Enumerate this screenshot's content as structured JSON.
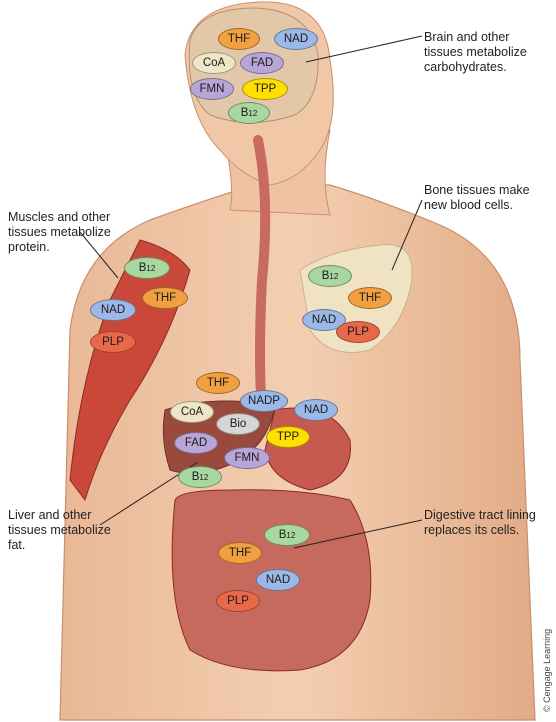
{
  "colors": {
    "THF": "#f0a040",
    "NAD": "#9bb8e6",
    "CoA": "#efe6c8",
    "FAD": "#b9a6d8",
    "FMN": "#b9a6d8",
    "TPP": "#ffe000",
    "B12": "#a8d8a0",
    "PLP": "#e8694a",
    "NADP": "#9bb8e6",
    "Bio": "#d6d6d6"
  },
  "labels": {
    "brain": "Brain and other\ntissues metabolize\ncarbohydrates.",
    "bone": "Bone tissues make\nnew blood cells.",
    "muscle": "Muscles and other\ntissues metabolize\nprotein.",
    "liver": "Liver and other\ntissues metabolize\nfat.",
    "digestive": "Digestive tract lining\nreplaces its cells."
  },
  "credit": "© Cengage Learning",
  "vitamins": {
    "brain": [
      {
        "text": "THF",
        "kind": "THF"
      },
      {
        "text": "NAD",
        "kind": "NAD"
      },
      {
        "text": "CoA",
        "kind": "CoA"
      },
      {
        "text": "FAD",
        "kind": "FAD"
      },
      {
        "text": "FMN",
        "kind": "FMN"
      },
      {
        "text": "TPP",
        "kind": "TPP"
      },
      {
        "text": "B",
        "sub": "12",
        "kind": "B12"
      }
    ],
    "bone": [
      {
        "text": "B",
        "sub": "12",
        "kind": "B12"
      },
      {
        "text": "THF",
        "kind": "THF"
      },
      {
        "text": "NAD",
        "kind": "NAD"
      },
      {
        "text": "PLP",
        "kind": "PLP"
      }
    ],
    "muscle": [
      {
        "text": "B",
        "sub": "12",
        "kind": "B12"
      },
      {
        "text": "THF",
        "kind": "THF"
      },
      {
        "text": "NAD",
        "kind": "NAD"
      },
      {
        "text": "PLP",
        "kind": "PLP"
      }
    ],
    "liver": [
      {
        "text": "THF",
        "kind": "THF"
      },
      {
        "text": "NADP",
        "kind": "NADP"
      },
      {
        "text": "NAD",
        "kind": "NAD"
      },
      {
        "text": "CoA",
        "kind": "CoA"
      },
      {
        "text": "Bio",
        "kind": "Bio"
      },
      {
        "text": "TPP",
        "kind": "TPP"
      },
      {
        "text": "FAD",
        "kind": "FAD"
      },
      {
        "text": "FMN",
        "kind": "FMN"
      },
      {
        "text": "B",
        "sub": "12",
        "kind": "B12"
      }
    ],
    "digestive": [
      {
        "text": "B",
        "sub": "12",
        "kind": "B12"
      },
      {
        "text": "THF",
        "kind": "THF"
      },
      {
        "text": "NAD",
        "kind": "NAD"
      },
      {
        "text": "PLP",
        "kind": "PLP"
      }
    ]
  }
}
